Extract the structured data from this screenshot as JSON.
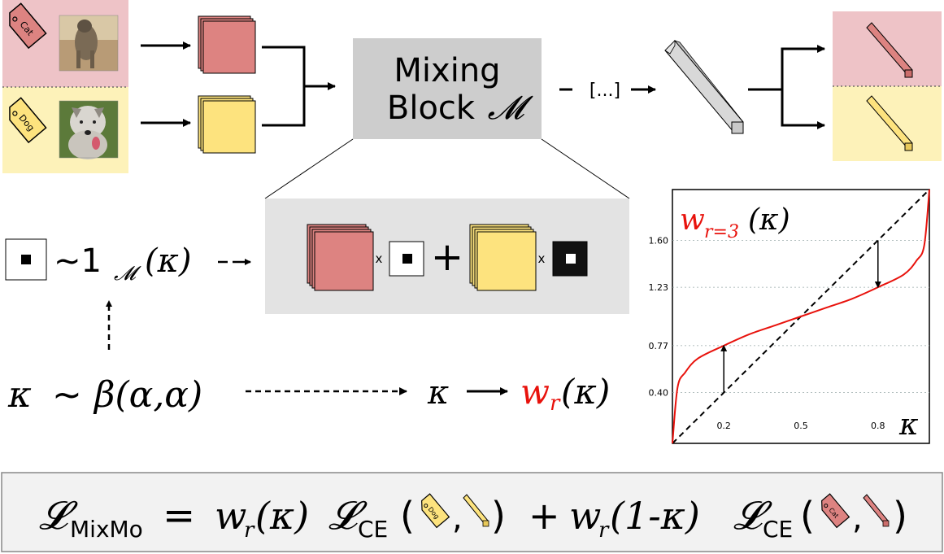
{
  "top": {
    "cat_tag": "Cat",
    "dog_tag": "Dog",
    "mixing_block_line1": "Mixing",
    "mixing_block_line2": "Block",
    "mixing_block_symbol": "𝓜",
    "ellipsis": "[...]"
  },
  "middle": {
    "mask_formula_prefix": "~1",
    "mask_formula_sub": "𝓜",
    "mask_formula_arg": "(κ)",
    "times_1": "x",
    "plus": "+",
    "times_2": "x"
  },
  "bottom_left": {
    "kappa": "κ",
    "tilde": "~",
    "beta": "β(α,α)",
    "kappa2": "κ",
    "w": "w",
    "w_sub": "r",
    "w_arg": "(κ)"
  },
  "plot": {
    "title_w": "w",
    "title_sub": "r=3",
    "title_arg": "(κ)",
    "xlabel": "κ",
    "yticks": [
      "1.60",
      "1.23",
      "0.77",
      "0.40"
    ],
    "xticks": [
      "0.2",
      "0.5",
      "0.8"
    ]
  },
  "formula": {
    "L": "𝓛",
    "L_sub": "MixMo",
    "eq": "=",
    "w1": "w",
    "w1_sub": "r",
    "w1_arg": "(κ)",
    "Lce1": "𝓛",
    "Lce1_sub": "CE",
    "open1": "(",
    "comma1": ",",
    "close1": ")",
    "plus": "+",
    "w2": "w",
    "w2_sub": "r",
    "w2_arg": "(1-κ)",
    "Lce2": "𝓛",
    "Lce2_sub": "CE",
    "open2": "(",
    "comma2": ",",
    "close2": ")",
    "dog_tag": "Dog",
    "cat_tag": "Cat"
  },
  "colors": {
    "cat_bg": "#eec3c7",
    "dog_bg": "#fdf2b9",
    "cat_block": "#dd8381",
    "dog_block": "#fde37e",
    "gray_box": "#cdcdcd",
    "light_box": "#e3e3e3",
    "red_curve": "#e8120c"
  },
  "chart_data": {
    "type": "line",
    "title": "w_{r=3}(κ)",
    "xlabel": "κ",
    "ylabel": "",
    "xlim": [
      0,
      1
    ],
    "ylim": [
      0,
      2
    ],
    "x_ticks": [
      0.2,
      0.5,
      0.8
    ],
    "y_ticks": [
      0.4,
      0.77,
      1.23,
      1.6
    ],
    "grid": "horizontal dotted at y ticks",
    "series": [
      {
        "style": "dashed-black",
        "x": [
          0,
          1
        ],
        "y": [
          0,
          2
        ]
      },
      {
        "style": "solid-red",
        "x": [
          0,
          0.02,
          0.05,
          0.1,
          0.2,
          0.3,
          0.4,
          0.5,
          0.6,
          0.7,
          0.8,
          0.9,
          0.95,
          0.98,
          1.0
        ],
        "y": [
          0,
          0.44,
          0.56,
          0.67,
          0.77,
          0.86,
          0.93,
          1.0,
          1.07,
          1.14,
          1.23,
          1.33,
          1.44,
          1.56,
          2.0
        ]
      }
    ],
    "annotations": [
      {
        "type": "arrow",
        "from": [
          0.2,
          0.4
        ],
        "to": [
          0.2,
          0.77
        ]
      },
      {
        "type": "arrow",
        "from": [
          0.8,
          1.6
        ],
        "to": [
          0.8,
          1.23
        ]
      }
    ]
  }
}
